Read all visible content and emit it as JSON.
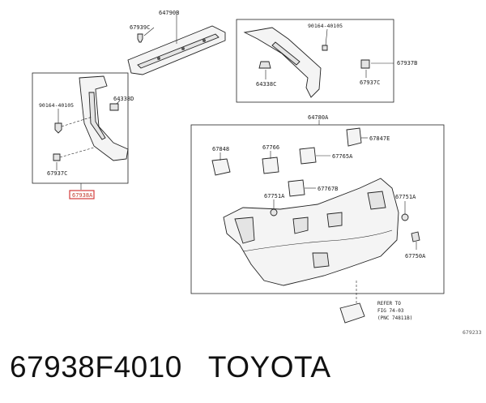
{
  "diagram": {
    "labels": {
      "p64790B": "64790B",
      "p67939C": "67939C",
      "p90164a": "90164-40105",
      "p67937B": "67937B",
      "p64338C": "64338C",
      "p67937C_top": "67937C",
      "p90164b": "90164-40105",
      "p64338D": "64338D",
      "p67937C_left": "67937C",
      "p67938A": "67938A",
      "p64780A": "64780A",
      "p67848": "67848",
      "p67766": "67766",
      "p67765A": "67765A",
      "p67847E": "67847E",
      "p67751A_mid": "67751A",
      "p67767B": "67767B",
      "p67751A_right": "67751A",
      "p67750A": "67750A"
    },
    "reference_note": {
      "line1": "REFER TO",
      "line2": "FIG 74-03",
      "line3": "(PNC 74811B)"
    },
    "figure_id": "679233"
  },
  "caption": {
    "part_number": "67938F4010",
    "brand": "TOYOTA"
  }
}
